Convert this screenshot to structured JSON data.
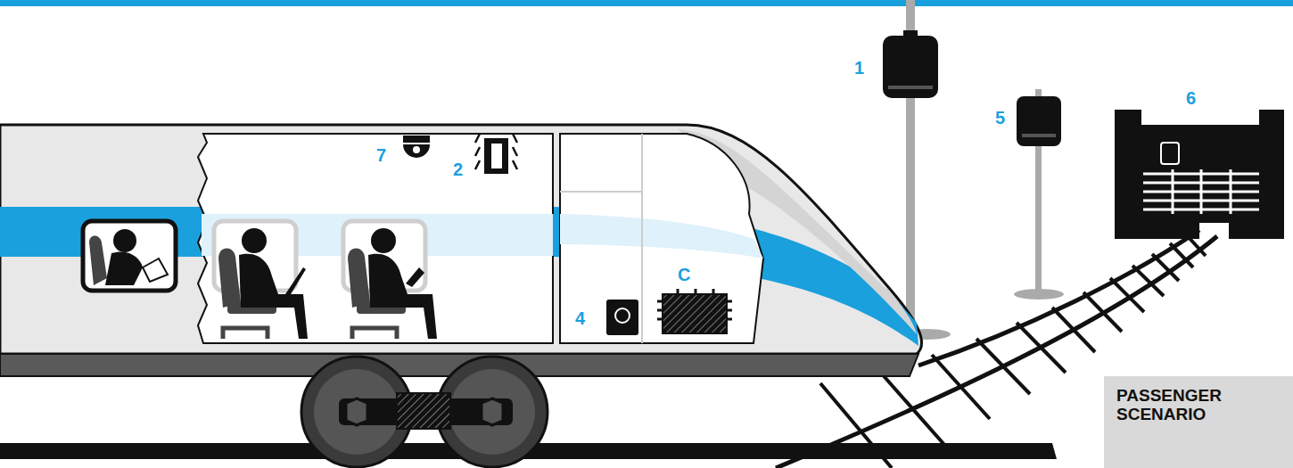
{
  "diagram": {
    "nodes": [
      {
        "text": [
          "PASSENGER SCENARIO"
        ]
      }
    ],
    "labels": [
      "1",
      "5",
      "6",
      "7",
      "2",
      "C",
      "4"
    ]
  }
}
